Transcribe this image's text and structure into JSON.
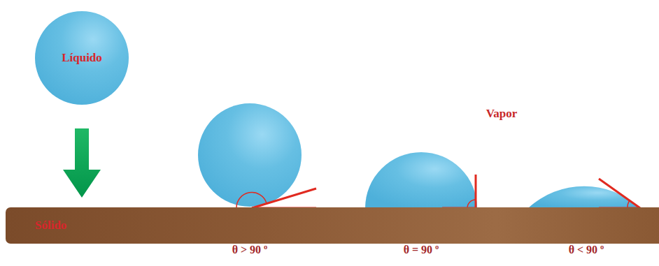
{
  "diagram": {
    "nodes": [
      {
        "text": [
          "Líquido"
        ]
      },
      {
        "text": [
          "Sólido"
        ]
      }
    ],
    "edges": [
      {
        "from": 0,
        "to": 1,
        "arrow": "to"
      }
    ],
    "labels": [
      "Vapor",
      "θ > 90 º",
      "θ = 90 º",
      "θ < 90 º"
    ]
  }
}
